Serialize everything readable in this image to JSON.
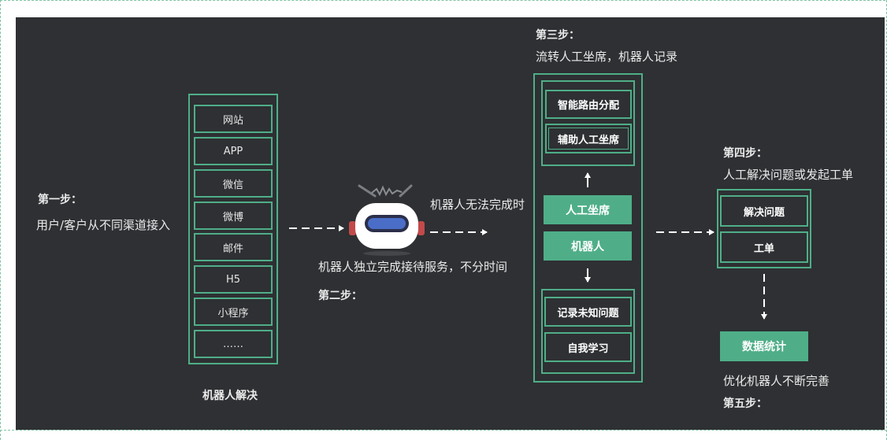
{
  "step1": {
    "title": "第一步：",
    "desc": "用户/客户从不同渠道接入"
  },
  "channels": [
    "网站",
    "APP",
    "微信",
    "微博",
    "邮件",
    "H5",
    "小程序",
    "……"
  ],
  "channels_caption": "机器人解决",
  "step2": {
    "title": "第二步：",
    "desc": "机器人独立完成接待服务，不分时间"
  },
  "robot_fail_label": "机器人无法完成时",
  "step3": {
    "title": "第三步：",
    "desc": "流转人工坐席，机器人记录",
    "top_boxes": [
      "智能路由分配",
      "辅助人工坐席"
    ],
    "agent": "人工坐席",
    "robot": "机器人",
    "bottom_boxes": [
      "记录未知问题",
      "自我学习"
    ]
  },
  "step4": {
    "title": "第四步：",
    "desc": "人工解决问题或发起工单",
    "boxes": [
      "解决问题",
      "工单"
    ]
  },
  "step5": {
    "title": "第五步：",
    "desc": "优化机器人不断完善",
    "box": "数据统计"
  },
  "colors": {
    "accent": "#4fae88",
    "background": "#2e3033",
    "text": "#eaeaea"
  },
  "icons": [
    "robot-icon"
  ]
}
